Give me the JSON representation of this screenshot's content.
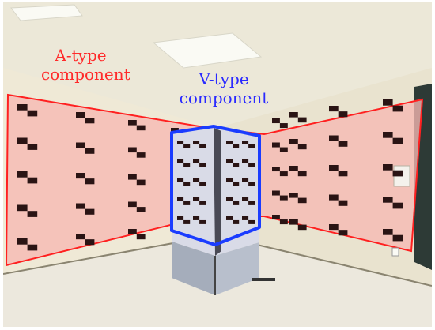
{
  "labels": {
    "a_type": {
      "line1": "A-type",
      "line2": "component",
      "color": "#ff2a2a"
    },
    "v_type": {
      "line1": "V-type",
      "line2": "component",
      "color": "#2a2aff"
    }
  },
  "colors": {
    "a_outline": "#ff2020",
    "a_fill": "#f6b9b2",
    "v_outline": "#1a3cff",
    "marker": "#2a1414"
  }
}
